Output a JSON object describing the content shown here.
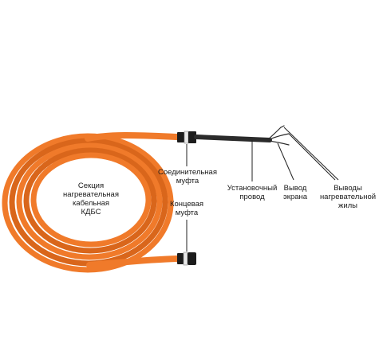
{
  "labels": {
    "section": {
      "lines": [
        "Секция",
        "нагревательная",
        "кабельная",
        "КДБС"
      ]
    },
    "joint_sleeve": {
      "lines": [
        "Соединительная",
        "муфта"
      ]
    },
    "end_sleeve": {
      "lines": [
        "Концевая",
        "муфта"
      ]
    },
    "install_wire": {
      "lines": [
        "Установочный",
        "провод"
      ]
    },
    "screen_lead": {
      "lines": [
        "Вывод",
        "экрана"
      ]
    },
    "heating_leads": {
      "lines": [
        "Выводы",
        "нагревательной",
        "жилы"
      ]
    }
  },
  "colors": {
    "cable": "#f07a2a",
    "cable_shadow": "#d9661b",
    "cable_highlight": "#f9a25e",
    "wire": "#2b2b2b",
    "sleeve": "#1c1c1c",
    "sleeve_band": "#e8e8e8",
    "leader": "#222222"
  }
}
